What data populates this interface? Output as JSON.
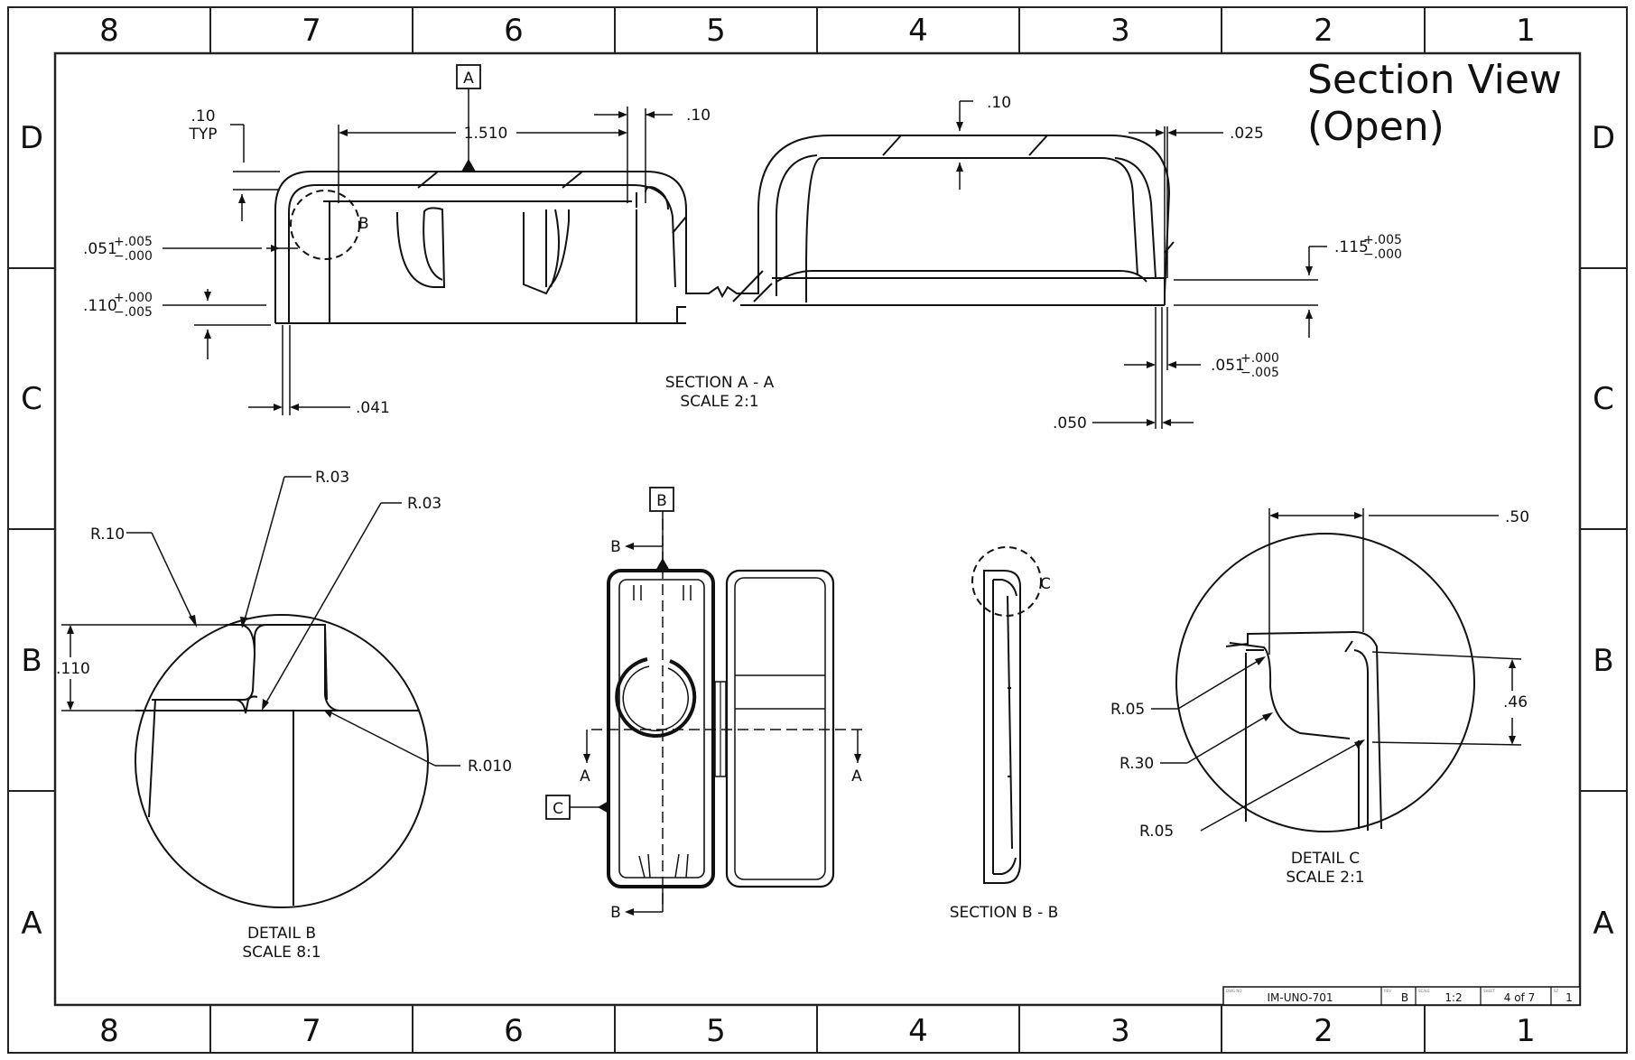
{
  "sheet": {
    "title_line1": "Section View",
    "title_line2": "(Open)"
  },
  "zones": {
    "columns": [
      "8",
      "7",
      "6",
      "5",
      "4",
      "3",
      "2",
      "1"
    ],
    "rows": [
      "D",
      "C",
      "B",
      "A"
    ]
  },
  "views": {
    "section_aa": {
      "caption": "SECTION A - A",
      "scale": "SCALE 2:1"
    },
    "detail_b": {
      "caption": "DETAIL B",
      "scale": "SCALE 8:1"
    },
    "section_bb": {
      "caption": "SECTION B - B"
    },
    "detail_c": {
      "caption": "DETAIL C",
      "scale": "SCALE 2:1"
    }
  },
  "datums": {
    "a": "A",
    "b": "B",
    "c": "C"
  },
  "cut_labels": {
    "a": "A",
    "b": "B",
    "c": "C"
  },
  "dimensions": {
    "typ_value": ".10",
    "typ_note": "TYP",
    "length": "1.510",
    "top_gap": ".10",
    "lid_gap": ".10",
    "wall_right": ".025",
    "d051": ".051",
    "d051_plus": "+.005",
    "d051_minus": "−.000",
    "d110": ".110",
    "d110_plus": "+.000",
    "d110_minus": "−.005",
    "d115": ".115",
    "d115_plus": "+.005",
    "d115_minus": "−.000",
    "d041": ".041",
    "d051b": ".051",
    "d051b_plus": "+.000",
    "d051b_minus": "−.005",
    "d050": ".050",
    "r10": "R.10",
    "r03a": "R.03",
    "r03b": "R.03",
    "r010": "R.010",
    "d110b": ".110",
    "d50": ".50",
    "d46": ".46",
    "r05a": "R.05",
    "r30": "R.30",
    "r05b": "R.05"
  },
  "title_block": {
    "dwg_no_label": "DWG NO",
    "dwg_no": "IM-UNO-701",
    "rev_label": "REV",
    "rev": "B",
    "scale_label": "SCALE",
    "scale": "1:2",
    "sheet_label": "SHEET",
    "sheet": "4 of 7",
    "size_label": "SZ",
    "size": "1"
  }
}
